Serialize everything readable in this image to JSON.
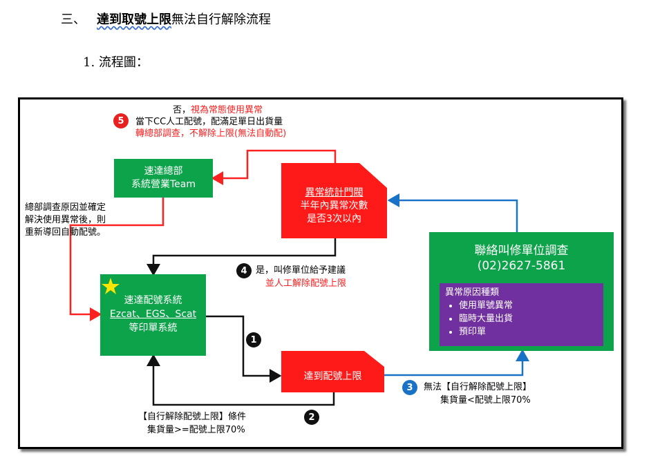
{
  "heading": {
    "number": "三、",
    "bold": "達到取號上限",
    "rest": "無法自行解除流程"
  },
  "subheading": "1. 流程圖：",
  "nodes": {
    "hq": [
      "速達總部",
      "系統營業Team"
    ],
    "system": [
      "速達配號系統",
      "Ezcat、EGS、Scat",
      "等印單系統"
    ],
    "stats": [
      "異常統計門閥",
      "半年內異常次數",
      "是否3次以內"
    ],
    "limit": "達到配號上限",
    "contact": [
      "聯絡叫修單位調查",
      "(02)2627-5861"
    ]
  },
  "reasons": {
    "title": "異常原因種類",
    "items": [
      "使用單號異常",
      "臨時大量出貨",
      "預印單"
    ]
  },
  "notes": {
    "top": {
      "line1": "否，視為常態使用異常",
      "line2": "當下CC人工配號，配滿足單日出貨量",
      "line3": "轉總部調查，不解除上限(無法自動配)"
    },
    "left": [
      "總部調查原因並確定",
      "解決使用異常後，則",
      "重新導回自動配號。"
    ],
    "yes": {
      "line1": "是，叫修單位給予建議",
      "line2": "並人工解除配號上限"
    },
    "no": {
      "line1": "無法【自行解除配號上限】",
      "line2": "集貨量<配號上限70%"
    },
    "bottom": {
      "line1": "【自行解除配號上限】條件",
      "line2": "集貨量>=配號上限70%"
    }
  },
  "badges": {
    "b1": "1",
    "b2": "2",
    "b3": "3",
    "b4": "4",
    "b5": "5"
  },
  "colors": {
    "green": "#0ca34a",
    "red": "#ff1a1a",
    "purple": "#7030a0",
    "blue": "#1a72c7"
  }
}
